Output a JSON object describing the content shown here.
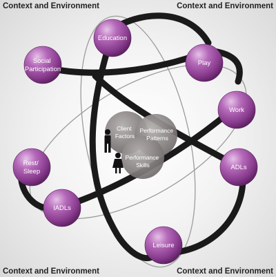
{
  "corners": {
    "top_left": "Context and Environment",
    "top_right": "Context and Environment",
    "bottom_left": "Context and Environment",
    "bottom_right": "Context and Environment"
  },
  "core": {
    "client_factors": [
      "Client",
      "Factors"
    ],
    "performance_patterns": [
      "Performance",
      "Patterns"
    ],
    "performance_skills": [
      "Performance",
      "Skills"
    ]
  },
  "nodes": {
    "education": [
      "Education"
    ],
    "social_participation": [
      "Social",
      "Participation"
    ],
    "play": [
      "Play"
    ],
    "work": [
      "Work"
    ],
    "adls": [
      "ADLs"
    ],
    "rest_sleep": [
      "Rest/",
      "Sleep"
    ],
    "iadls": [
      "IADLs"
    ],
    "leisure": [
      "Leisure"
    ]
  },
  "colors": {
    "node_purple": "#9a4a9e",
    "node_light": "#d8a8da",
    "node_dark": "#5e2163",
    "orbit_black": "#1a1a1a",
    "core_grey": "#8f8a8a"
  }
}
